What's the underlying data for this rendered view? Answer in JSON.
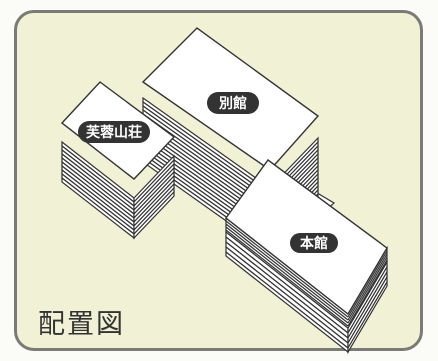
{
  "title": "配置図",
  "buildings": {
    "annex": {
      "label": "別館"
    },
    "fuyo": {
      "label": "芙蓉山荘"
    },
    "main": {
      "label": "本館"
    }
  },
  "colors": {
    "background": "#f1f1d5",
    "frame": "#7b7b75",
    "building_fill": "#ffffff",
    "building_line": "#333333",
    "label_pill": "#333333",
    "label_text": "#ffffff"
  }
}
